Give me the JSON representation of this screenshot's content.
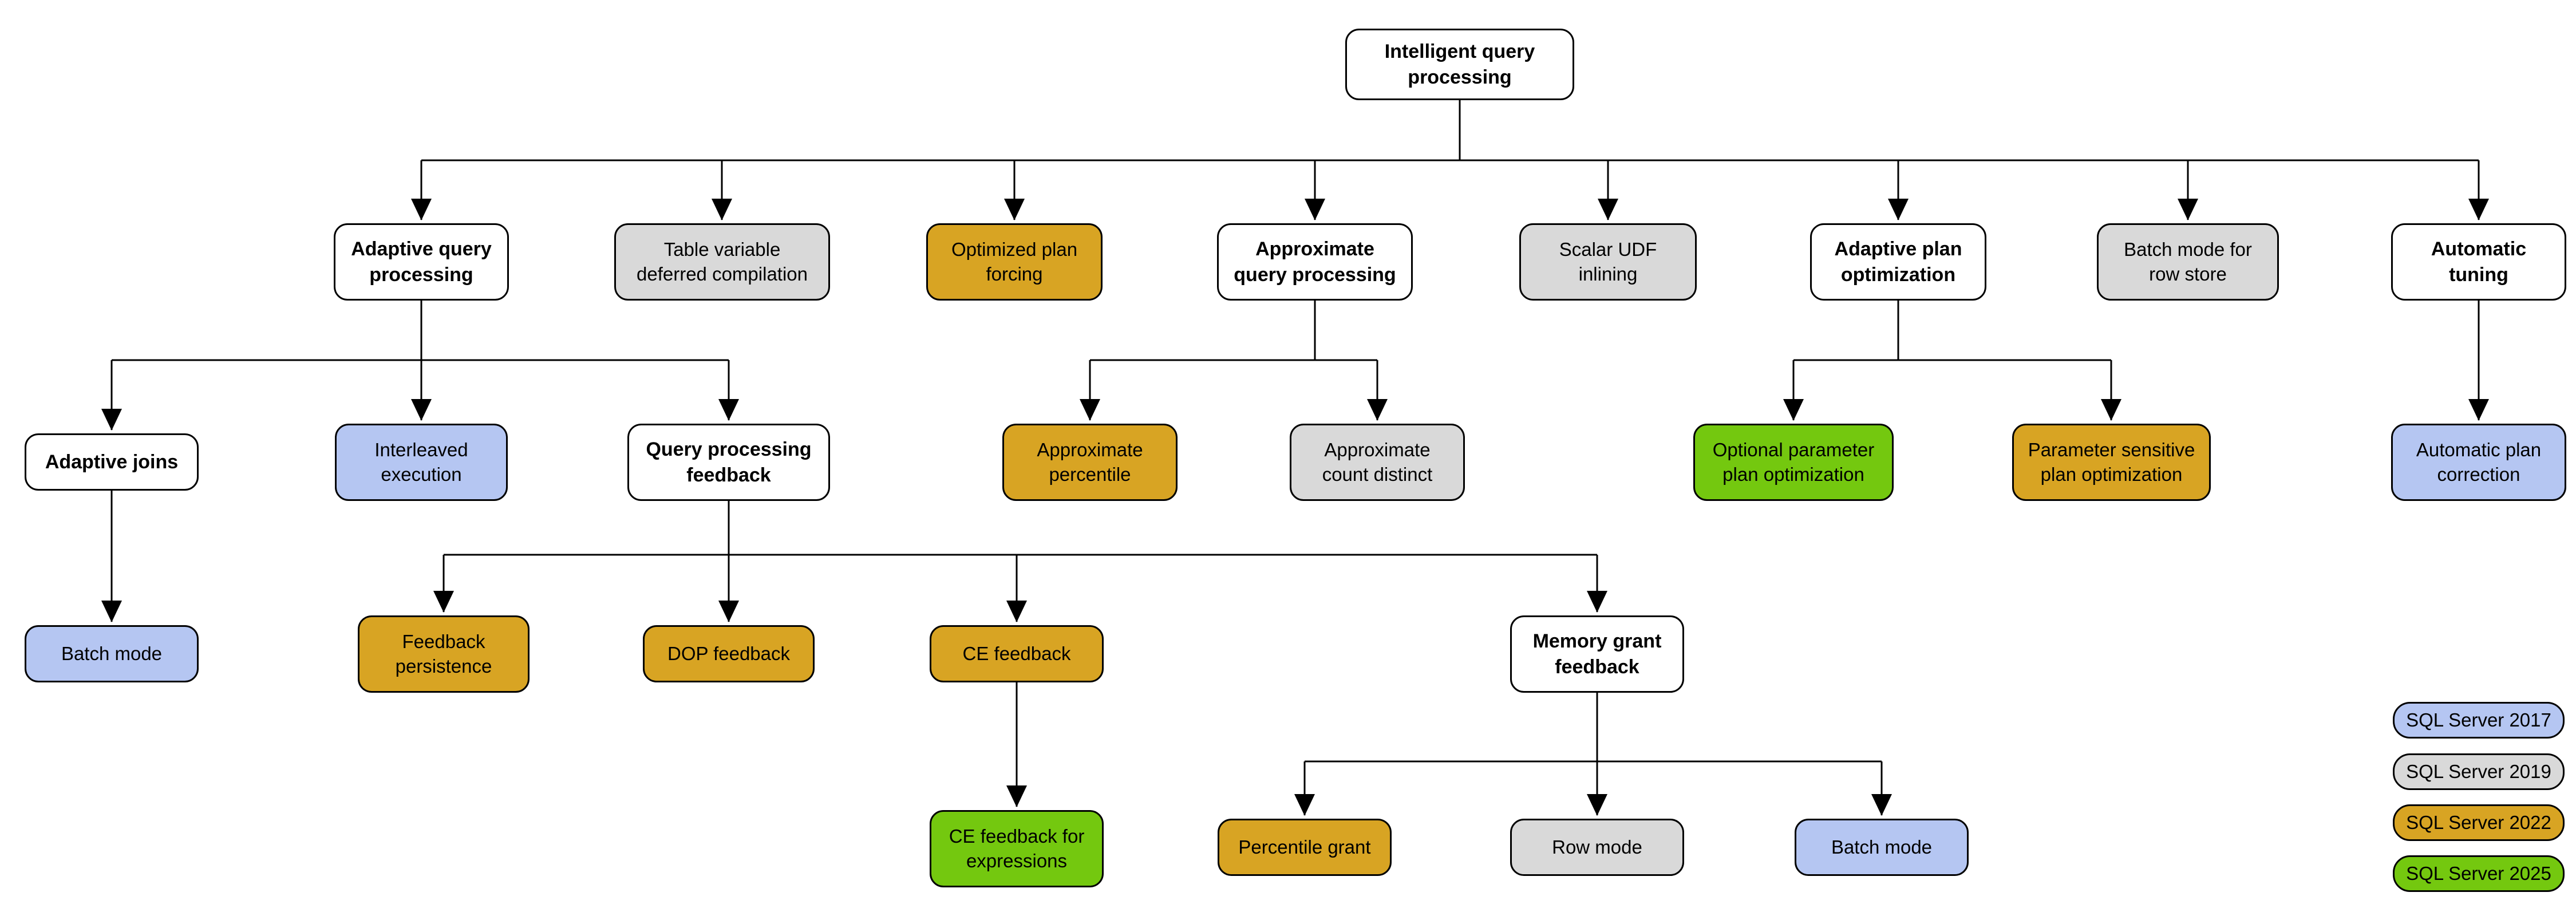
{
  "diagram": {
    "root_label": "Intelligent query processing",
    "description_colors": {
      "sql2017_blue": "#b5c6f2",
      "sql2019_gray": "#d9d9d9",
      "sql2022_gold": "#d8a423",
      "sql2025_green": "#74c80f",
      "category_white": "#ffffff",
      "line_and_border": "#000000"
    }
  },
  "nodes": [
    {
      "id": "root",
      "label": "Intelligent query\nprocessing",
      "version": null,
      "parent": null
    },
    {
      "id": "adaptive-query-processing",
      "label": "Adaptive query\nprocessing",
      "version": null,
      "parent": "root"
    },
    {
      "id": "table-variable-deferred-compilation",
      "label": "Table variable\ndeferred compilation",
      "version": "SQL Server 2019",
      "parent": "root"
    },
    {
      "id": "optimized-plan-forcing",
      "label": "Optimized plan\nforcing",
      "version": "SQL Server 2022",
      "parent": "root"
    },
    {
      "id": "approximate-query-processing",
      "label": "Approximate\nquery processing",
      "version": null,
      "parent": "root"
    },
    {
      "id": "scalar-udf-inlining",
      "label": "Scalar UDF\ninlining",
      "version": "SQL Server 2019",
      "parent": "root"
    },
    {
      "id": "adaptive-plan-optimization",
      "label": "Adaptive plan\noptimization",
      "version": null,
      "parent": "root"
    },
    {
      "id": "batch-mode-for-row-store",
      "label": "Batch mode for\nrow store",
      "version": "SQL Server 2019",
      "parent": "root"
    },
    {
      "id": "automatic-tuning",
      "label": "Automatic\ntuning",
      "version": null,
      "parent": "root"
    },
    {
      "id": "adaptive-joins",
      "label": "Adaptive joins",
      "version": null,
      "parent": "adaptive-query-processing"
    },
    {
      "id": "interleaved-execution",
      "label": "Interleaved\nexecution",
      "version": "SQL Server 2017",
      "parent": "adaptive-query-processing"
    },
    {
      "id": "query-processing-feedback",
      "label": "Query processing\nfeedback",
      "version": null,
      "parent": "adaptive-query-processing"
    },
    {
      "id": "approximate-percentile",
      "label": "Approximate\npercentile",
      "version": "SQL Server 2022",
      "parent": "approximate-query-processing"
    },
    {
      "id": "approximate-count-distinct",
      "label": "Approximate\ncount distinct",
      "version": "SQL Server 2019",
      "parent": "approximate-query-processing"
    },
    {
      "id": "optional-parameter-plan-optimization",
      "label": "Optional parameter\nplan optimization",
      "version": "SQL Server 2025",
      "parent": "adaptive-plan-optimization"
    },
    {
      "id": "parameter-sensitive-plan-optimization",
      "label": "Parameter sensitive\nplan optimization",
      "version": "SQL Server 2022",
      "parent": "adaptive-plan-optimization"
    },
    {
      "id": "automatic-plan-correction",
      "label": "Automatic plan\ncorrection",
      "version": "SQL Server 2017",
      "parent": "automatic-tuning"
    },
    {
      "id": "batch-mode-joins",
      "label": "Batch mode",
      "version": "SQL Server 2017",
      "parent": "adaptive-joins"
    },
    {
      "id": "feedback-persistence",
      "label": "Feedback\npersistence",
      "version": "SQL Server 2022",
      "parent": "query-processing-feedback"
    },
    {
      "id": "dop-feedback",
      "label": "DOP feedback",
      "version": "SQL Server 2022",
      "parent": "query-processing-feedback"
    },
    {
      "id": "ce-feedback",
      "label": "CE feedback",
      "version": "SQL Server 2022",
      "parent": "query-processing-feedback"
    },
    {
      "id": "memory-grant-feedback",
      "label": "Memory grant\nfeedback",
      "version": null,
      "parent": "query-processing-feedback"
    },
    {
      "id": "ce-feedback-for-expressions",
      "label": "CE feedback for\nexpressions",
      "version": "SQL Server 2025",
      "parent": "ce-feedback"
    },
    {
      "id": "percentile-grant",
      "label": "Percentile grant",
      "version": "SQL Server 2022",
      "parent": "memory-grant-feedback"
    },
    {
      "id": "row-mode",
      "label": "Row mode",
      "version": "SQL Server 2019",
      "parent": "memory-grant-feedback"
    },
    {
      "id": "batch-mode-grant",
      "label": "Batch mode",
      "version": "SQL Server 2017",
      "parent": "memory-grant-feedback"
    }
  ],
  "legend": {
    "items": [
      {
        "label": "SQL Server 2017",
        "color": "#b5c6f2"
      },
      {
        "label": "SQL Server 2019",
        "color": "#d9d9d9"
      },
      {
        "label": "SQL Server 2022",
        "color": "#d8a423"
      },
      {
        "label": "SQL Server 2025",
        "color": "#74c80f"
      }
    ]
  }
}
